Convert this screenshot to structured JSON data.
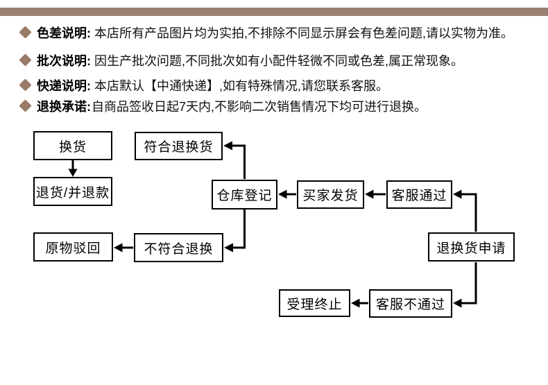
{
  "header_bar": {
    "color": "#9a8072"
  },
  "notices": {
    "bullet_color": "#987a67",
    "items": [
      {
        "label": "色差说明:",
        "text": "本店所有产品图片均为实拍,不排除不同显示屏会有色差问题,请以实物为准。"
      },
      {
        "label": "批次说明:",
        "text": "因生产批次问题,不同批次如有小配件轻微不同或色差,属正常现象。"
      },
      {
        "label": "快递说明:",
        "text": "本店默认【中通快递】,如有特殊情况,请您联系客服。"
      },
      {
        "label": "退换承诺:",
        "text": "自商品签收日起7天内,不影响二次销售情况下均可进行退换。"
      }
    ]
  },
  "flowchart": {
    "line_color": "#000000",
    "nodes": [
      {
        "id": "exchange-goods",
        "label": "换货"
      },
      {
        "id": "return-and-refund",
        "label": "退货/并退款"
      },
      {
        "id": "meets-return-criteria",
        "label": "符合退换货"
      },
      {
        "id": "warehouse-registration",
        "label": "仓库登记"
      },
      {
        "id": "buyer-ships",
        "label": "买家发货"
      },
      {
        "id": "service-approved",
        "label": "客服通过"
      },
      {
        "id": "return-exchange-request",
        "label": "退换货申请"
      },
      {
        "id": "fails-return-criteria",
        "label": "不符合退换"
      },
      {
        "id": "original-item-rejected",
        "label": "原物驳回"
      },
      {
        "id": "service-rejected",
        "label": "客服不通过"
      },
      {
        "id": "processing-terminated",
        "label": "受理终止"
      }
    ]
  }
}
